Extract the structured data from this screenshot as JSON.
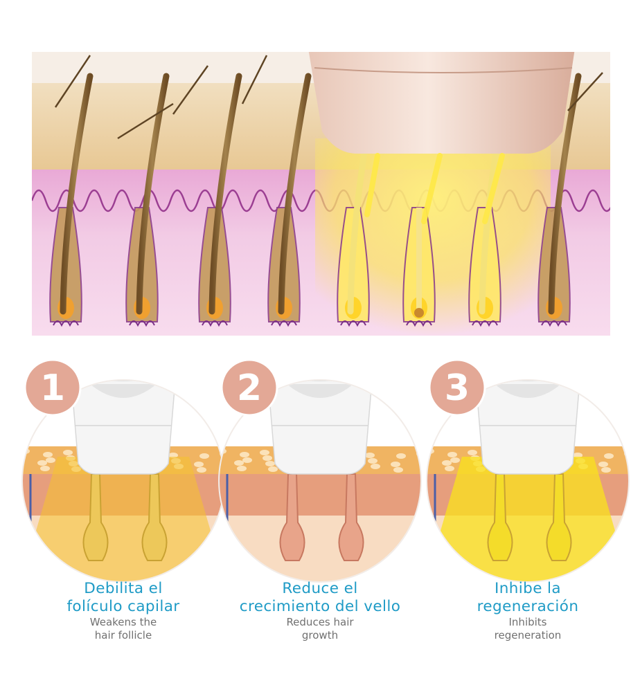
{
  "steps": [
    {
      "number": "1",
      "title_es": [
        "Debilita el",
        "folículo capilar"
      ],
      "title_en": [
        "Weakens the",
        "hair follicle"
      ],
      "light_color": "#f5c22e"
    },
    {
      "number": "2",
      "title_es": [
        "Reduce el",
        "crecimiento del vello"
      ],
      "title_en": [
        "Reduces hair",
        "growth"
      ],
      "light_color": "#f2c4b0"
    },
    {
      "number": "3",
      "title_es": [
        "Inhibe la",
        "regeneración"
      ],
      "title_en": [
        "Inhibits",
        "regeneration"
      ],
      "light_color": "#f9e21c"
    }
  ],
  "colors": {
    "accent_title": "#1f9bc6",
    "subtitle_gray": "#707070",
    "badge_salmon": "#e3a896",
    "dermis_pink": "#efbee0",
    "epidermis_tan": "#ecd2a6",
    "hair_brown": "#8a6a3a",
    "light_yellow": "#f8e64a"
  },
  "icons": {
    "device": "ipl-device-head-icon",
    "follicle": "hair-follicle-icon"
  }
}
